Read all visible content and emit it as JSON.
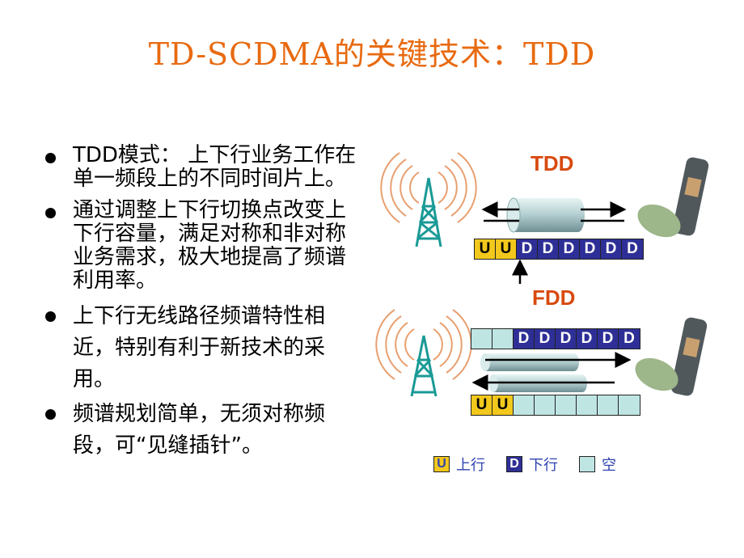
{
  "title": "TD-SCDMA的关键技术：TDD",
  "bullets": [
    "TDD模式： 上下行业务工作在单一频段上的不同时间片上。",
    "通过调整上下行切换点改变上下行容量，满足对称和非对称业务需求，极大地提高了频谱利用率。",
    "上下行无线路径频谱特性相近，特别有利于新技术的采用。",
    "频谱规划简单，无须对称频段，可“见缝插针”。"
  ],
  "diagram": {
    "tdd_label": "TDD",
    "fdd_label": "FDD",
    "tdd_frame": [
      "U",
      "U",
      "D",
      "D",
      "D",
      "D",
      "D",
      "D"
    ],
    "fdd_downlink_frame": [
      "",
      "",
      "D",
      "D",
      "D",
      "D",
      "D",
      "D"
    ],
    "fdd_uplink_frame": [
      "U",
      "U",
      "",
      "",
      "",
      "",
      "",
      ""
    ],
    "legend": {
      "uplink_symbol": "U",
      "uplink_label": "上行",
      "downlink_symbol": "D",
      "downlink_label": "下行",
      "empty_label": "空"
    }
  },
  "colors": {
    "title": "#e86a10",
    "uplink": "#f2c81c",
    "downlink": "#2e2f96",
    "empty": "#bfe5e3",
    "diagram_label": "#d84a10",
    "legend_text": "#2f42b0"
  }
}
